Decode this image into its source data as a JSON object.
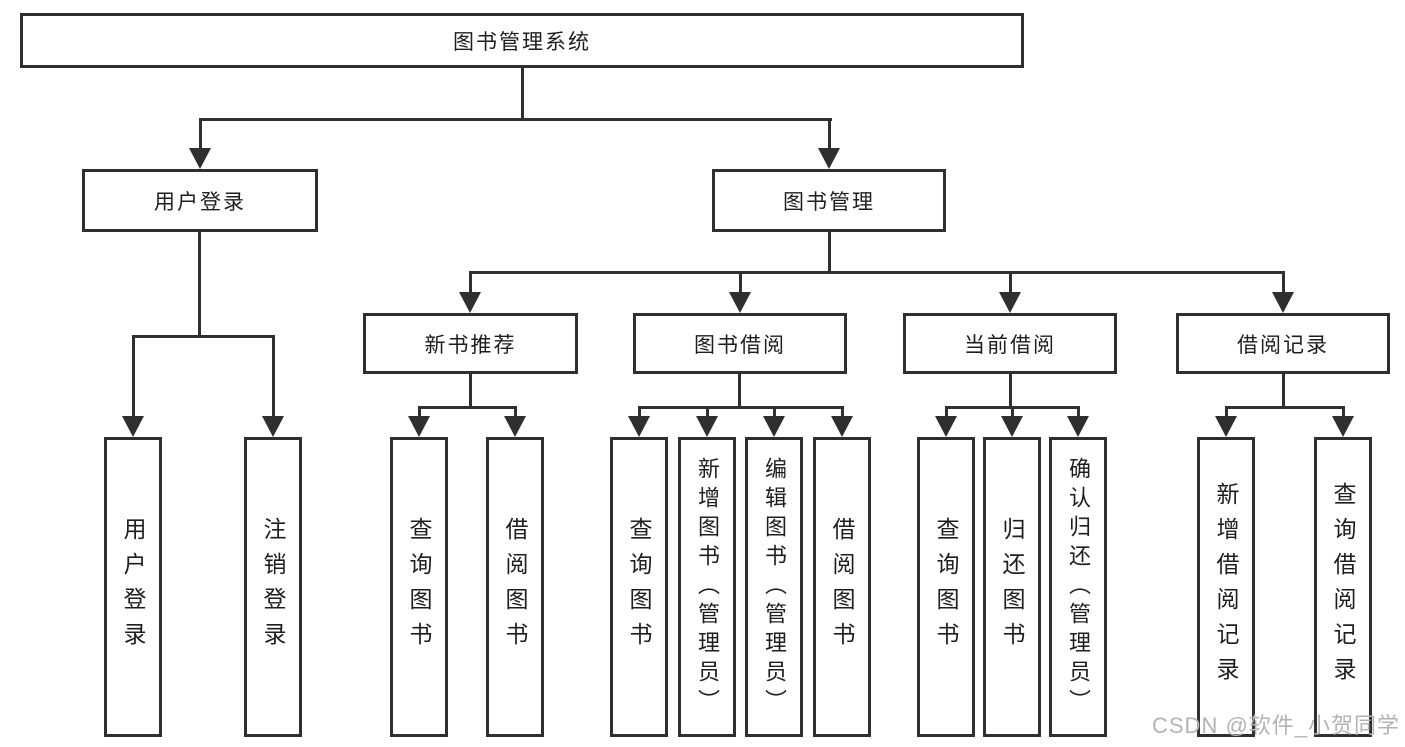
{
  "diagram": {
    "root": {
      "label": "图书管理系统"
    },
    "level2": [
      {
        "label": "用户登录"
      },
      {
        "label": "图书管理"
      }
    ],
    "level3": [
      {
        "label": "新书推荐"
      },
      {
        "label": "图书借阅"
      },
      {
        "label": "当前借阅"
      },
      {
        "label": "借阅记录"
      }
    ],
    "leaves": {
      "user_login": [
        "用户登录",
        "注销登录"
      ],
      "new_book_recommend": [
        "查询图书",
        "借阅图书"
      ],
      "book_borrow": [
        "查询图书",
        "新增图书（管理员）",
        "编辑图书（管理员）",
        "借阅图书"
      ],
      "current_borrow": [
        "查询图书",
        "归还图书",
        "确认归还（管理员）"
      ],
      "borrow_records": [
        "新增借阅记录",
        "查询借阅记录"
      ]
    },
    "watermark": "CSDN @软件_小贺同学",
    "colors": {
      "line": "#2f2f2f",
      "text": "#1e1e1e",
      "watermark": "#b3b3b3",
      "background": "#ffffff"
    }
  }
}
